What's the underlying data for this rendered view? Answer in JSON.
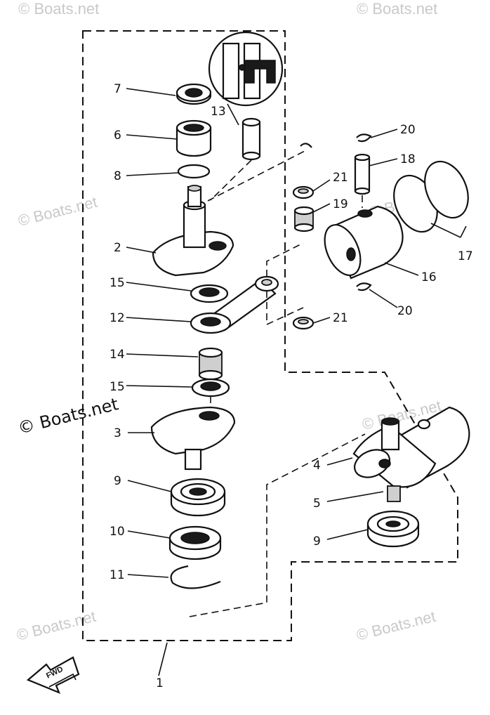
{
  "watermarks": [
    "© Boats.net",
    "© Boats.net",
    "© Boats.net",
    "© Boats.net",
    "© Boats.net",
    "© Boats.net",
    "© Boats.net",
    "© Boats.net"
  ],
  "callouts": {
    "c1": "1",
    "c2": "2",
    "c3": "3",
    "c4": "4",
    "c5": "5",
    "c6": "6",
    "c7": "7",
    "c8": "8",
    "c9a": "9",
    "c9b": "9",
    "c10": "10",
    "c11": "11",
    "c12": "12",
    "c13": "13",
    "c14": "14",
    "c15a": "15",
    "c15b": "15",
    "c16": "16",
    "c17": "17",
    "c18": "18",
    "c19": "19",
    "c20a": "20",
    "c20b": "20",
    "c21a": "21",
    "c21b": "21"
  },
  "fwd_label": "FWD",
  "icons": {
    "fwd_arrow": "forward-arrow-icon",
    "detail_inset": "pin-detail-inset"
  }
}
